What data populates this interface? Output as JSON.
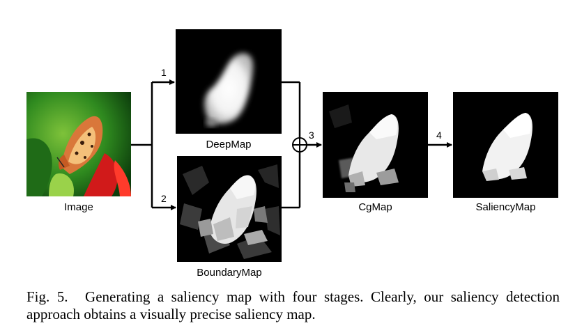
{
  "nodes": {
    "image": {
      "label": "Image"
    },
    "deepmap": {
      "label": "DeepMap"
    },
    "boundarymap": {
      "label": "BoundaryMap"
    },
    "cgmap": {
      "label": "CgMap"
    },
    "saliencymap": {
      "label": "SaliencyMap"
    }
  },
  "steps": [
    "1",
    "2",
    "3",
    "4"
  ],
  "caption": {
    "figure": "Fig. 5.",
    "text": "Generating a saliency map with four stages. Clearly, our saliency detection approach obtains a visually precise saliency map."
  }
}
